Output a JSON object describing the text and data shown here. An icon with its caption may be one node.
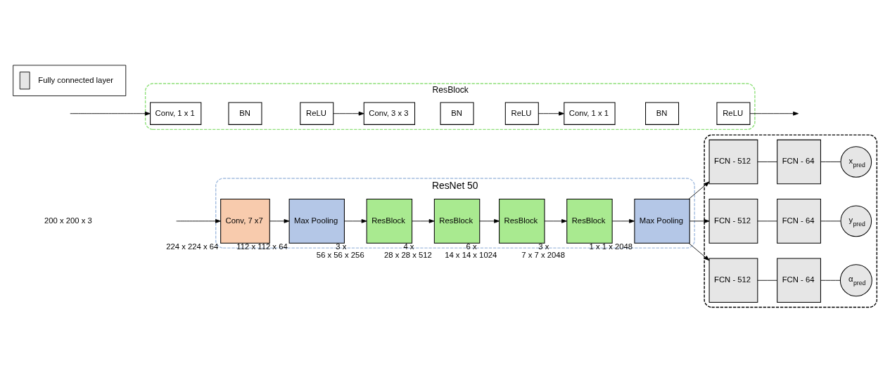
{
  "diagram": {
    "nodes": [
      {
        "text": [
          "ResNet 50"
        ]
      },
      {
        "text": [
          "Conv, 7 x7"
        ],
        "in": 0,
        "beside": [
          "224 x 224 x 64"
        ]
      },
      {
        "text": [
          "Max Pooling"
        ],
        "in": 0,
        "beside": [
          "112 x 112 x 64"
        ]
      },
      {
        "text": [
          "ResBlock"
        ],
        "in": 0,
        "beside": [
          "3 x",
          "56 x 56 x 256"
        ]
      },
      {
        "text": [
          "ResBlock"
        ],
        "in": 0,
        "beside": [
          "4 x",
          "28 x 28 x 512"
        ]
      },
      {
        "text": [
          "ResBlock"
        ],
        "in": 0,
        "beside": [
          "6 x",
          "14 x 14 x 1024"
        ]
      },
      {
        "text": [
          "ResBlock"
        ],
        "in": 0,
        "beside": [
          "3 x",
          "7 x 7 x 2048"
        ]
      },
      {
        "text": [
          "Max Pooling"
        ],
        "in": 0,
        "beside": [
          "1 x 1 x 2048"
        ]
      },
      {
        "text": [],
        "shape": "box"
      },
      {
        "text": [
          "FCN - 512"
        ],
        "in": 8
      },
      {
        "text": [
          "FCN - 64"
        ],
        "in": 8
      },
      {
        "text": [
          "x$_{pred}$"
        ],
        "in": 8
      },
      {
        "text": [
          "FCN - 512"
        ],
        "in": 8
      },
      {
        "text": [
          "FCN - 64"
        ],
        "in": 8
      },
      {
        "text": [
          "y$_{pred}$"
        ],
        "in": 8
      },
      {
        "text": [
          "FCN - 512"
        ],
        "in": 8
      },
      {
        "text": [
          "FCN - 64"
        ],
        "in": 8
      },
      {
        "text": [
          "α$_{pred}$"
        ],
        "in": 8
      },
      {
        "text": [
          "ResBlock"
        ]
      },
      {
        "text": [
          "Conv, 1 x 1"
        ],
        "in": 18
      },
      {
        "text": [
          "BN"
        ],
        "in": 18
      },
      {
        "text": [
          "ReLU"
        ],
        "in": 18
      },
      {
        "text": [
          "Conv, 3 x 3"
        ],
        "in": 18
      },
      {
        "text": [
          "BN"
        ],
        "in": 18
      },
      {
        "text": [
          "ReLU"
        ],
        "in": 18
      },
      {
        "text": [
          "Conv, 1 x 1"
        ],
        "in": 18
      },
      {
        "text": [
          "BN"
        ],
        "in": 18
      },
      {
        "text": [
          "ReLU"
        ],
        "in": 18
      }
    ],
    "edges": [
      {
        "from": null,
        "to": 1,
        "arrow": "to"
      },
      {
        "from": 1,
        "to": 2,
        "arrow": "to"
      },
      {
        "from": 2,
        "to": 3,
        "arrow": "to"
      },
      {
        "from": 3,
        "to": 4,
        "arrow": "to"
      },
      {
        "from": 4,
        "to": 5,
        "arrow": "to"
      },
      {
        "from": 5,
        "to": 6,
        "arrow": "to"
      },
      {
        "from": 6,
        "to": 7,
        "arrow": "to"
      },
      {
        "from": 7,
        "to": 9,
        "arrow": "to"
      },
      {
        "from": 7,
        "to": 12,
        "arrow": "to"
      },
      {
        "from": 7,
        "to": 15,
        "arrow": "to"
      },
      {
        "from": 9,
        "to": 10,
        "arrow": "none"
      },
      {
        "from": 10,
        "to": 11,
        "arrow": "none"
      },
      {
        "from": 12,
        "to": 13,
        "arrow": "none"
      },
      {
        "from": 13,
        "to": 14,
        "arrow": "none"
      },
      {
        "from": 15,
        "to": 16,
        "arrow": "none"
      },
      {
        "from": 16,
        "to": 17,
        "arrow": "none"
      },
      {
        "from": null,
        "to": 19,
        "arrow": "to"
      },
      {
        "from": 21,
        "to": 22,
        "arrow": "to"
      },
      {
        "from": 24,
        "to": 25,
        "arrow": "to"
      },
      {
        "from": 27,
        "to": null,
        "arrow": "to"
      }
    ],
    "labels": [
      "200 x 200 x 3"
    ],
    "legend": [
      {
        "text": "Fully connected layer",
        "color": "#e6e6e6"
      }
    ]
  }
}
